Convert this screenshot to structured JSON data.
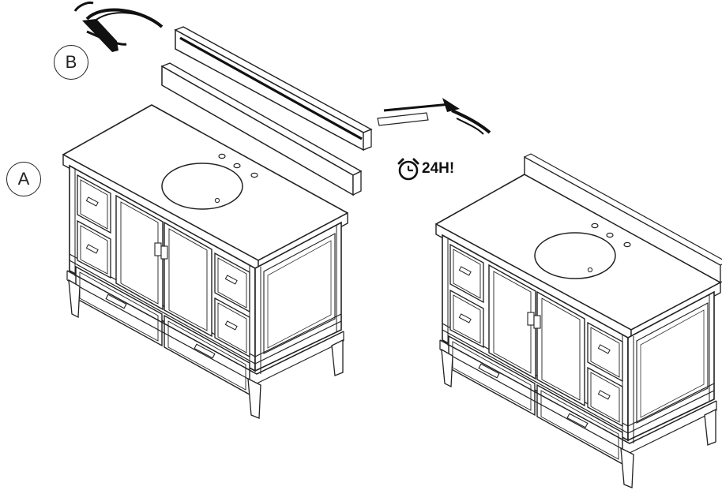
{
  "callouts": {
    "top_piece": "B",
    "vanity": "A"
  },
  "wait_note": {
    "icon": "alarm-clock-icon",
    "text": "24H!"
  },
  "colors": {
    "line": "#1a1a1a",
    "paper": "#ffffff"
  }
}
